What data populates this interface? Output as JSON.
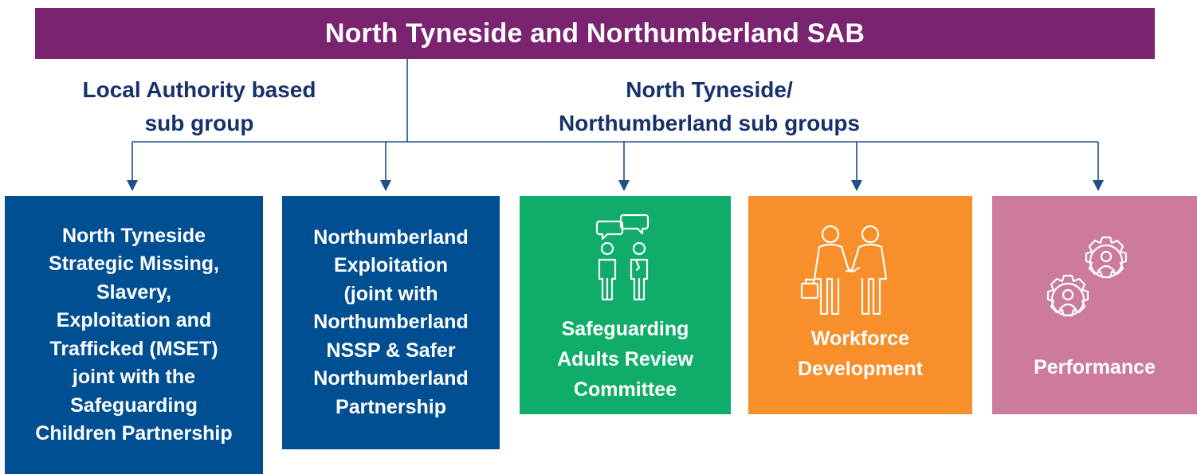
{
  "header": {
    "title": "North Tyneside and Northumberland SAB"
  },
  "labels": {
    "left": [
      "Local Authority based",
      "sub group"
    ],
    "right": [
      "North Tyneside/",
      "Northumberland sub groups"
    ]
  },
  "boxes": [
    {
      "lines": [
        "North Tyneside",
        "Strategic Missing,",
        "Slavery,",
        "Exploitation and",
        "Trafficked (MSET)",
        "joint with the",
        "Safeguarding",
        "Children Partnership"
      ],
      "color": "#004f93"
    },
    {
      "lines": [
        "Northumberland",
        "Exploitation",
        "(joint with",
        "Northumberland",
        "NSSP & Safer",
        "Northumberland",
        "Partnership"
      ],
      "color": "#004f93"
    },
    {
      "lines": [
        "Safeguarding",
        "Adults Review",
        "Committee"
      ],
      "color": "#0fad69",
      "icon": "people-conversation-icon"
    },
    {
      "lines": [
        "Workforce",
        "Development"
      ],
      "color": "#f78f2a",
      "icon": "handshake-icon"
    },
    {
      "lines": [
        "Performance"
      ],
      "color": "#cc7b9c",
      "icon": "gear-people-icon"
    }
  ],
  "colors": {
    "header": "#7a2370",
    "label_text": "#16326a",
    "connector": "#1f4e89"
  }
}
